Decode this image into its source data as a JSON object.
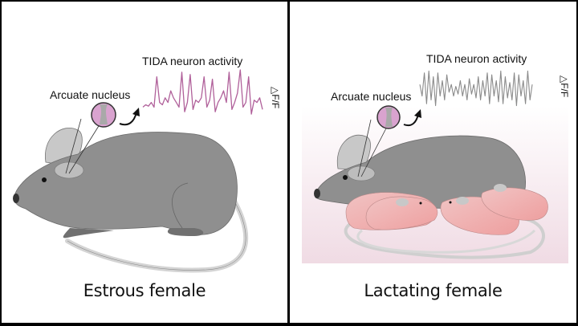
{
  "panels": {
    "left": {
      "caption": "Estrous female",
      "trace_title": "TIDA neuron activity",
      "nucleus_label": "Arcuate nucleus",
      "axis_label": "△F/F",
      "trace_color": "#b0609a",
      "trace_pattern": "phasic",
      "background": "#ffffff"
    },
    "right": {
      "caption": "Lactating female",
      "trace_title": "TIDA neuron activity",
      "nucleus_label": "Arcuate nucleus",
      "axis_label": "△F/F",
      "trace_color": "#8a8a8a",
      "trace_pattern": "tonic",
      "background_gradient": [
        "#ffffff",
        "#f2dde6"
      ],
      "pups_count": 4
    }
  },
  "colors": {
    "mouse_body": "#8e8e8e",
    "mouse_outline": "#6a6a6a",
    "ear": "#c8c8c8",
    "tail": "#d9d9d9",
    "pup": "#f0b4b4",
    "nucleus_fill": "#d9a3cf"
  },
  "traces": {
    "left": [
      0.2,
      0.25,
      0.22,
      0.3,
      0.2,
      0.85,
      0.3,
      0.25,
      0.4,
      0.3,
      0.55,
      0.4,
      0.3,
      0.2,
      0.95,
      0.1,
      0.3,
      0.9,
      0.15,
      0.35,
      0.3,
      0.4,
      0.85,
      0.2,
      0.35,
      0.8,
      0.1,
      0.3,
      0.4,
      0.55,
      0.3,
      0.95,
      0.15,
      0.3,
      0.5,
      1.0,
      0.2,
      0.3,
      0.85,
      0.05,
      0.35,
      0.3,
      0.4,
      0.15
    ],
    "right": [
      0.6,
      0.3,
      0.9,
      0.1,
      0.95,
      0.2,
      0.8,
      0.05,
      0.9,
      0.3,
      0.7,
      0.2,
      0.85,
      0.4,
      0.6,
      0.3,
      0.55,
      0.35,
      0.7,
      0.3,
      0.6,
      0.2,
      0.75,
      0.35,
      0.6,
      0.25,
      0.8,
      0.2,
      0.7,
      0.3,
      0.9,
      0.1,
      0.85,
      0.3,
      0.7,
      0.15,
      0.95,
      0.1,
      0.8,
      0.25,
      0.65,
      0.2,
      0.9,
      0.05,
      0.85,
      0.3,
      0.7,
      0.1,
      0.95,
      0.2,
      0.6
    ]
  }
}
